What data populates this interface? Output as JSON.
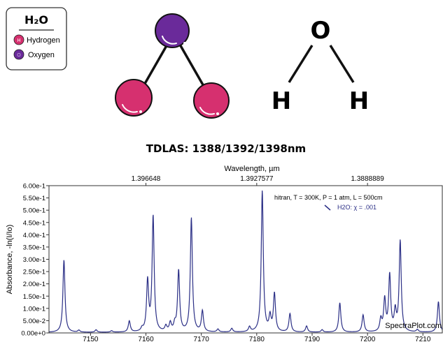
{
  "legend": {
    "title": "H₂O",
    "items": [
      {
        "badge": "H",
        "label": "Hydrogen",
        "color": "#d6306f"
      },
      {
        "badge": "O",
        "label": "Oxygen",
        "color": "#6a2a9a"
      }
    ]
  },
  "structural_formula": {
    "top_atom": "O",
    "left_atom": "H",
    "right_atom": "H"
  },
  "colors": {
    "hydrogen": "#d6306f",
    "oxygen": "#6a2a9a",
    "bond": "#111111",
    "spectrum": "#2b2f86"
  },
  "chart_data": {
    "type": "line",
    "title": "TDLAS: 1388/1392/1398nm",
    "top_axis_label": "Wavelength, µm",
    "top_ticks": [
      "1.396648",
      "1.3927577",
      "1.3888889"
    ],
    "top_tick_positions": [
      7160,
      7180,
      7200
    ],
    "ylabel": "Absorbance, -ln(I/Io)",
    "xlim": [
      7142.5,
      7213.5
    ],
    "ylim": [
      0,
      0.6
    ],
    "x_ticks": [
      7150,
      7160,
      7170,
      7180,
      7190,
      7200,
      7210
    ],
    "y_ticks": [
      {
        "v": 0.0,
        "label": "0.00e+0"
      },
      {
        "v": 0.05,
        "label": "5.00e-2"
      },
      {
        "v": 0.1,
        "label": "1.00e-1"
      },
      {
        "v": 0.15,
        "label": "1.50e-1"
      },
      {
        "v": 0.2,
        "label": "2.00e-1"
      },
      {
        "v": 0.25,
        "label": "2.50e-1"
      },
      {
        "v": 0.3,
        "label": "3.00e-1"
      },
      {
        "v": 0.35,
        "label": "3.50e-1"
      },
      {
        "v": 0.4,
        "label": "4.00e-1"
      },
      {
        "v": 0.45,
        "label": "4.50e-1"
      },
      {
        "v": 0.5,
        "label": "5.00e-1"
      },
      {
        "v": 0.55,
        "label": "5.50e-1"
      },
      {
        "v": 0.6,
        "label": "6.00e-1"
      }
    ],
    "annotation": "hitran, T = 300K, P = 1 atm, L = 500cm",
    "series": [
      {
        "name": "H2O: χ = .001",
        "peaks": [
          [
            7145.2,
            0.295
          ],
          [
            7147.9,
            0.008
          ],
          [
            7151.0,
            0.01
          ],
          [
            7153.8,
            0.006
          ],
          [
            7157.0,
            0.045
          ],
          [
            7159.3,
            0.012
          ],
          [
            7160.3,
            0.205
          ],
          [
            7161.3,
            0.47
          ],
          [
            7163.6,
            0.022
          ],
          [
            7164.4,
            0.035
          ],
          [
            7165.2,
            0.028
          ],
          [
            7165.9,
            0.25
          ],
          [
            7168.2,
            0.465
          ],
          [
            7170.2,
            0.085
          ],
          [
            7173.0,
            0.012
          ],
          [
            7175.5,
            0.015
          ],
          [
            7178.7,
            0.02
          ],
          [
            7181.0,
            0.575
          ],
          [
            7182.4,
            0.06
          ],
          [
            7183.2,
            0.155
          ],
          [
            7186.0,
            0.075
          ],
          [
            7189.0,
            0.025
          ],
          [
            7191.8,
            0.01
          ],
          [
            7195.0,
            0.12
          ],
          [
            7199.2,
            0.07
          ],
          [
            7202.4,
            0.05
          ],
          [
            7203.1,
            0.13
          ],
          [
            7204.0,
            0.23
          ],
          [
            7205.0,
            0.08
          ],
          [
            7205.9,
            0.37
          ],
          [
            7209.0,
            0.01
          ],
          [
            7212.8,
            0.125
          ]
        ]
      }
    ],
    "watermark": "SpectraPlot.com"
  }
}
